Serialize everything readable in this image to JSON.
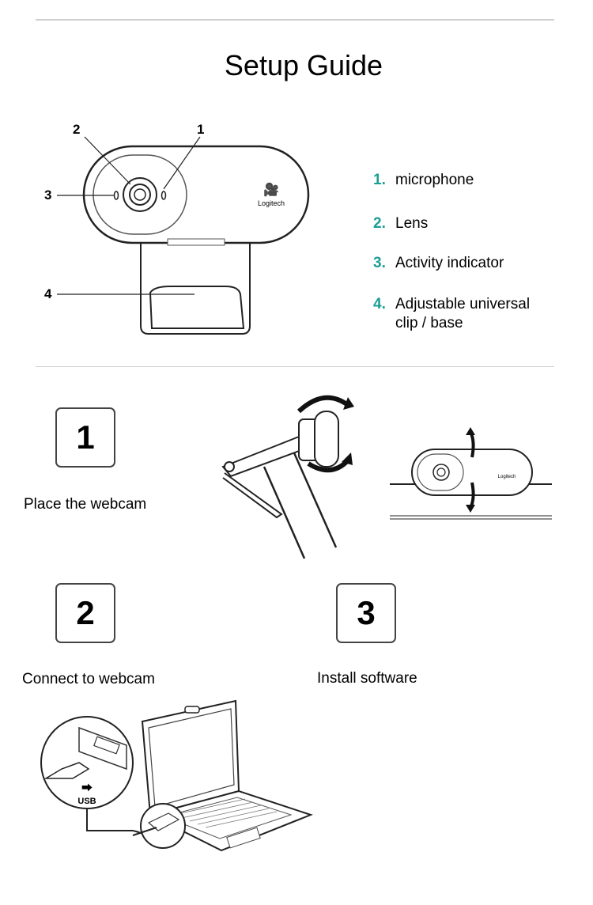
{
  "title": "Setup Guide",
  "callouts": [
    "1",
    "2",
    "3",
    "4"
  ],
  "brand": "Logitech",
  "parts": [
    {
      "num": "1.",
      "label": "microphone"
    },
    {
      "num": "2.",
      "label": "Lens"
    },
    {
      "num": "3.",
      "label": "Activity indicator"
    },
    {
      "num": "4.",
      "label": "Adjustable universal clip / base"
    }
  ],
  "steps": [
    {
      "num": "1",
      "label": "Place the webcam"
    },
    {
      "num": "2",
      "label": "Connect to webcam"
    },
    {
      "num": "3",
      "label": "Install software"
    }
  ],
  "usb_label": "USB"
}
